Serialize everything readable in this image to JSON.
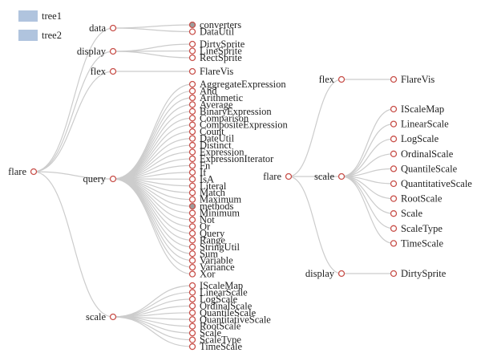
{
  "legend": [
    {
      "label": "tree1",
      "color": "#b0c4de"
    },
    {
      "label": "tree2",
      "color": "#b0c4de"
    }
  ],
  "colors": {
    "link": "#cccccc",
    "node_stroke": "#c8504a",
    "node_fill": "#ffffff",
    "collapsed_fill": "#9c9c9c"
  },
  "tree1": {
    "root": "flare",
    "branches": [
      {
        "name": "data",
        "children": [
          {
            "name": "converters",
            "collapsed": true
          },
          {
            "name": "DataUtil"
          }
        ]
      },
      {
        "name": "display",
        "children": [
          {
            "name": "DirtySprite"
          },
          {
            "name": "LineSprite"
          },
          {
            "name": "RectSprite"
          }
        ]
      },
      {
        "name": "flex",
        "children": [
          {
            "name": "FlareVis"
          }
        ]
      },
      {
        "name": "query",
        "children": [
          {
            "name": "AggregateExpression"
          },
          {
            "name": "And"
          },
          {
            "name": "Arithmetic"
          },
          {
            "name": "Average"
          },
          {
            "name": "BinaryExpression"
          },
          {
            "name": "Comparison"
          },
          {
            "name": "CompositeExpression"
          },
          {
            "name": "Count"
          },
          {
            "name": "DateUtil"
          },
          {
            "name": "Distinct"
          },
          {
            "name": "Expression"
          },
          {
            "name": "ExpressionIterator"
          },
          {
            "name": "Fn"
          },
          {
            "name": "If"
          },
          {
            "name": "IsA"
          },
          {
            "name": "Literal"
          },
          {
            "name": "Match"
          },
          {
            "name": "Maximum"
          },
          {
            "name": "methods",
            "collapsed": true
          },
          {
            "name": "Minimum"
          },
          {
            "name": "Not"
          },
          {
            "name": "Or"
          },
          {
            "name": "Query"
          },
          {
            "name": "Range"
          },
          {
            "name": "StringUtil"
          },
          {
            "name": "Sum"
          },
          {
            "name": "Variable"
          },
          {
            "name": "Variance"
          },
          {
            "name": "Xor"
          }
        ]
      },
      {
        "name": "scale",
        "children": [
          {
            "name": "IScaleMap"
          },
          {
            "name": "LinearScale"
          },
          {
            "name": "LogScale"
          },
          {
            "name": "OrdinalScale"
          },
          {
            "name": "QuantileScale"
          },
          {
            "name": "QuantitativeScale"
          },
          {
            "name": "RootScale"
          },
          {
            "name": "Scale"
          },
          {
            "name": "ScaleType"
          },
          {
            "name": "TimeScale"
          }
        ]
      }
    ]
  },
  "tree2": {
    "root": "flare",
    "branches": [
      {
        "name": "flex",
        "children": [
          {
            "name": "FlareVis"
          }
        ]
      },
      {
        "name": "scale",
        "children": [
          {
            "name": "IScaleMap"
          },
          {
            "name": "LinearScale"
          },
          {
            "name": "LogScale"
          },
          {
            "name": "OrdinalScale"
          },
          {
            "name": "QuantileScale"
          },
          {
            "name": "QuantitativeScale"
          },
          {
            "name": "RootScale"
          },
          {
            "name": "Scale"
          },
          {
            "name": "ScaleType"
          },
          {
            "name": "TimeScale"
          }
        ]
      },
      {
        "name": "display",
        "children": [
          {
            "name": "DirtySprite"
          }
        ]
      }
    ]
  }
}
